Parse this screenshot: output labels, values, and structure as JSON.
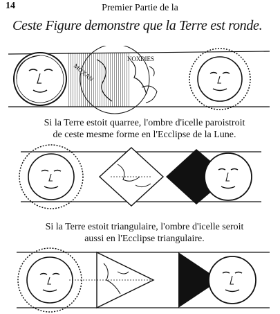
{
  "page_number": "14",
  "running_header": "Premier Partie de la",
  "title": "Ceste Figure demonstre que la Terre est ronde.",
  "panel1": {
    "label_left": "MOXAN",
    "label_mid": "NOX",
    "label_right": "DIES"
  },
  "caption1": {
    "line1": "Si la Terre estoit quarree, l'ombre d'icelle paroistroit",
    "line2": "de ceste mesme forme en l'Ecclipse de la Lune."
  },
  "caption2": {
    "line1": "Si la Terre estoit triangulaire, l'ombre d'icelle seroit",
    "line2": "aussi en l'Ecclipse triangulaire."
  }
}
